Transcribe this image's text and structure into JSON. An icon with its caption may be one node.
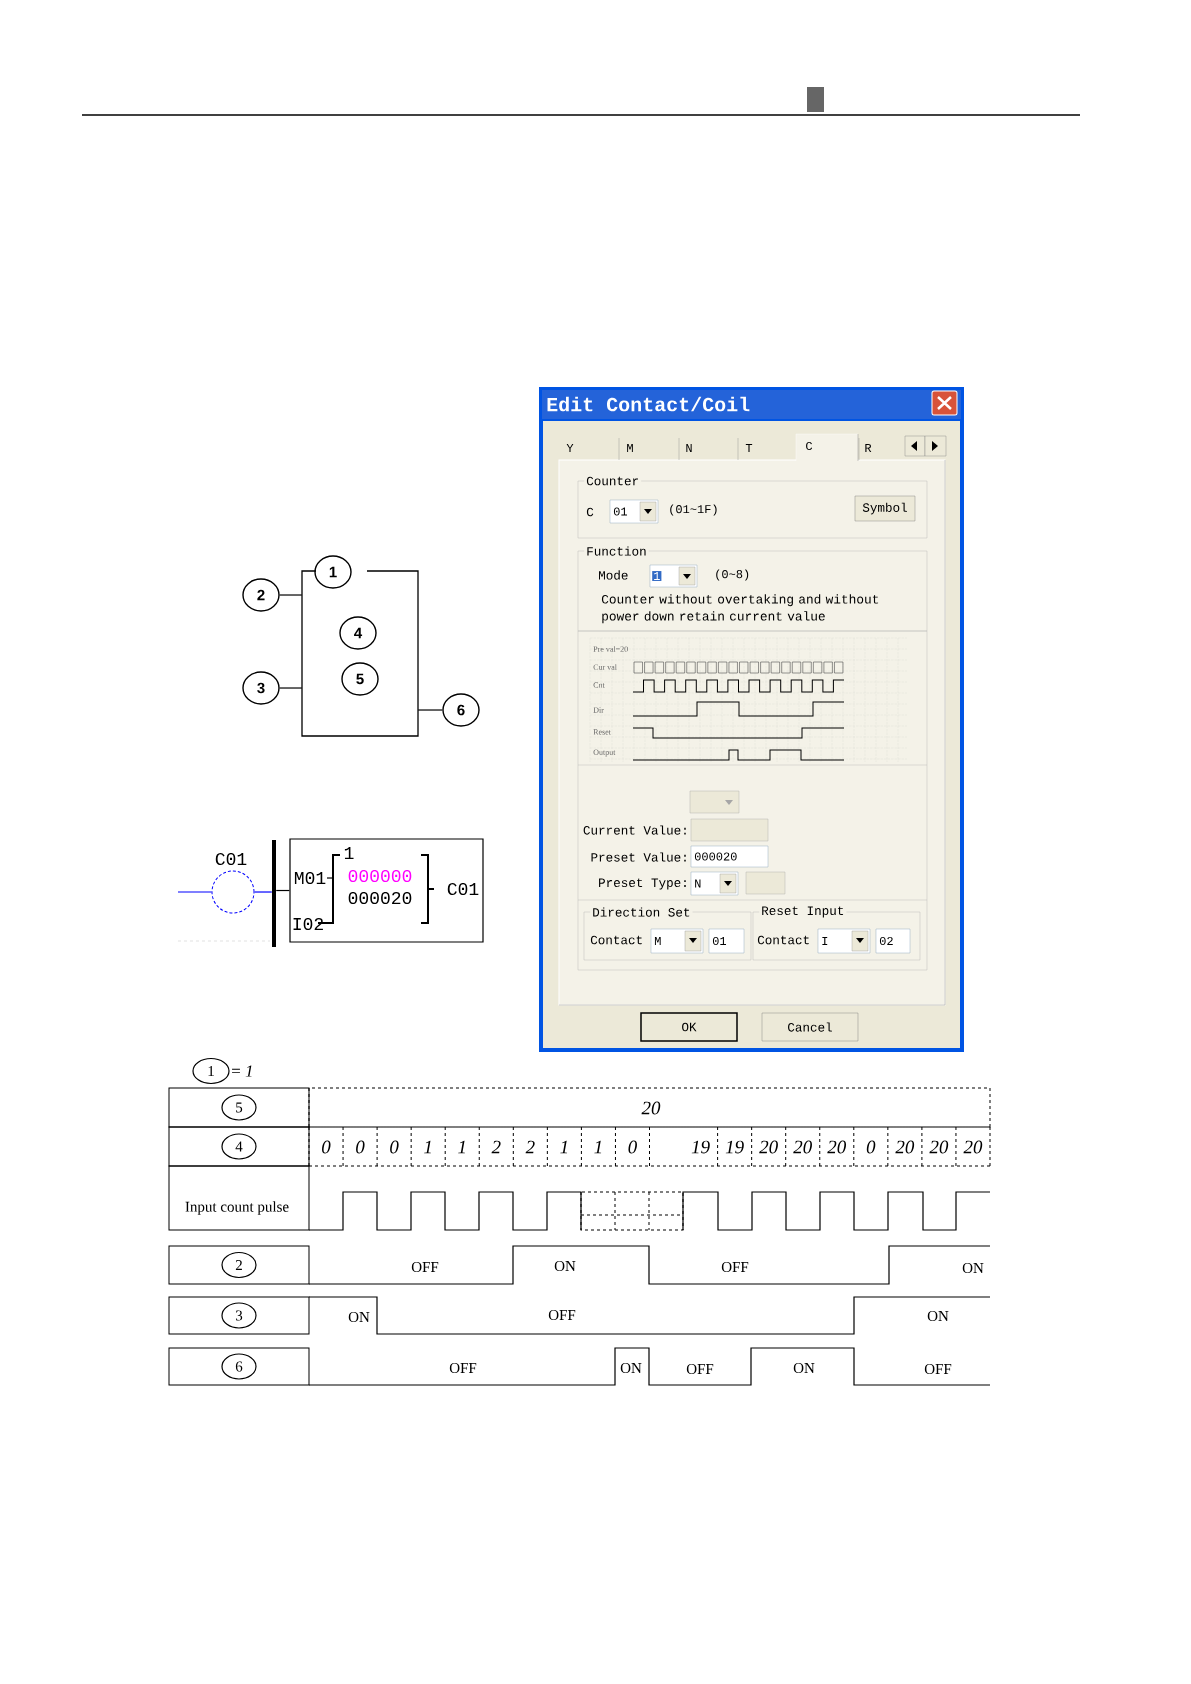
{
  "diagram": {
    "nodes": [
      {
        "text": [],
        "shape": "box"
      },
      {
        "text": [
          "1"
        ]
      },
      {
        "text": [
          "2"
        ]
      },
      {
        "text": [
          "3"
        ]
      },
      {
        "text": [
          "4"
        ],
        "in": 0
      },
      {
        "text": [
          "5"
        ],
        "in": 0
      },
      {
        "text": [
          "6"
        ]
      },
      {
        "text": [
          "C01"
        ]
      },
      {
        "text": [],
        "shape": "bar"
      },
      {
        "text": [
          "M01",
          "1",
          "000000",
          "000020",
          "I02",
          "C01"
        ]
      },
      {
        "text": [
          "Edit Contact/Coil"
        ]
      },
      {
        "text": [
          "Counter"
        ],
        "in": 10
      },
      {
        "text": [
          "01"
        ],
        "in": 11
      },
      {
        "text": [
          "Symbol"
        ],
        "in": 11
      },
      {
        "text": [
          "Function"
        ],
        "in": 10
      },
      {
        "text": [
          "1"
        ],
        "in": 14
      },
      {
        "text": [],
        "shape": "box",
        "in": 10
      },
      {
        "text": [],
        "shape": "box",
        "in": 10
      },
      {
        "text": [
          "000020"
        ],
        "in": 10
      },
      {
        "text": [
          "N"
        ],
        "in": 10
      },
      {
        "text": [],
        "shape": "box",
        "in": 10
      },
      {
        "text": [
          "Direction Set"
        ],
        "in": 10
      },
      {
        "text": [
          "M"
        ],
        "in": 21
      },
      {
        "text": [
          "01"
        ],
        "in": 21
      },
      {
        "text": [
          "Reset Input"
        ],
        "in": 10
      },
      {
        "text": [
          "I"
        ],
        "in": 24
      },
      {
        "text": [
          "02"
        ],
        "in": 24
      },
      {
        "text": [
          "OK"
        ],
        "in": 10
      },
      {
        "text": [
          "Cancel"
        ],
        "in": 10
      },
      {
        "text": [
          "1"
        ]
      },
      {
        "text": [
          "5"
        ]
      },
      {
        "text": [
          "4"
        ]
      },
      {
        "text": [
          "Input count pulse"
        ]
      },
      {
        "text": [
          "2"
        ]
      },
      {
        "text": [
          "3"
        ]
      },
      {
        "text": [
          "6"
        ]
      }
    ],
    "edges": [
      {
        "from": 2,
        "to": 0,
        "arrow": "none"
      },
      {
        "from": 3,
        "to": 0,
        "arrow": "none"
      },
      {
        "from": 0,
        "to": 6,
        "arrow": "none"
      },
      {
        "from": null,
        "to": 7,
        "arrow": "none",
        "color": "#0000ff"
      },
      {
        "from": 7,
        "to": 8,
        "arrow": "none",
        "color": "#0000ff"
      },
      {
        "from": 8,
        "to": 9,
        "arrow": "none"
      }
    ],
    "labels": [
      "Y",
      "M",
      "N",
      "T",
      "C",
      "R",
      "C",
      "(01~1F)",
      "Mode",
      "(0~8)",
      "Counter without overtaking and without power down retain current value",
      "Pre val=20",
      "Cur val",
      "Cnt",
      "Dir",
      "Reset",
      "Output",
      "Current Value:",
      "Preset Value:",
      "Preset Type:",
      "Contact",
      "Contact",
      "= *1*",
      "20",
      "0",
      "0",
      "0",
      "1",
      "1",
      "2",
      "2",
      "1",
      "1",
      "0",
      "19",
      "19",
      "20",
      "20",
      "20",
      "0",
      "20",
      "20",
      "20",
      "OFF",
      "ON",
      "OFF",
      "ON",
      "ON",
      "OFF",
      "ON",
      "OFF",
      "ON",
      "OFF",
      "ON",
      "OFF"
    ]
  }
}
